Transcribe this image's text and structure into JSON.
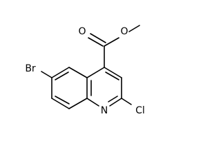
{
  "molecule": {
    "atoms": {
      "oxygen_carbonyl": "O",
      "oxygen_ester": "O",
      "bromine": "Br",
      "nitrogen": "N",
      "chlorine": "Cl"
    }
  },
  "colors": {
    "background": "#ffffff",
    "bond": "#000000",
    "label": "#000000"
  }
}
